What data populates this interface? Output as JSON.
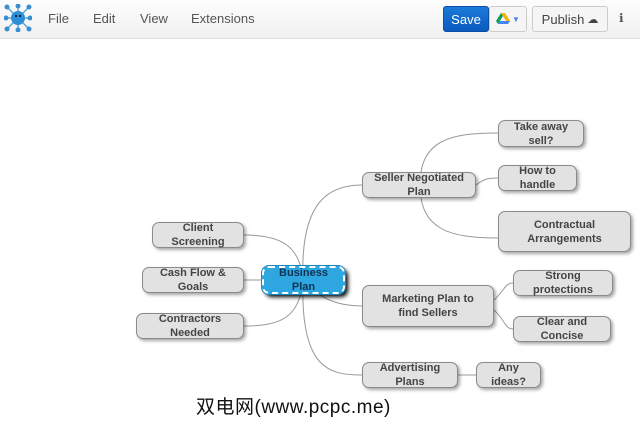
{
  "menu": {
    "items": [
      "File",
      "Edit",
      "View",
      "Extensions"
    ]
  },
  "toolbar": {
    "save_label": "Save",
    "publish_label": "Publish",
    "info_icon": "info-icon",
    "drive_icon": "google-drive-icon",
    "cloud_icon": "cloud-upload-icon"
  },
  "colors": {
    "accent": "#0b5bbf",
    "root": "#2ea6e0",
    "node": "#e2e2e2"
  },
  "mindmap": {
    "root": "Business Plan",
    "nodes": {
      "client": "Client Screening",
      "cash": "Cash Flow & Goals",
      "contractors": "Contractors Needed",
      "seller": "Seller Negotiated Plan",
      "marketing": "Marketing Plan to find Sellers",
      "advertising": "Advertising Plans",
      "takeaway": "Take away sell?",
      "howto": "How to handle",
      "contractual": "Contractual Arrangements",
      "strong": "Strong protections",
      "clear": "Clear and Concise",
      "ideas": "Any ideas?"
    }
  },
  "watermark": "双电网(www.pcpc.me)"
}
